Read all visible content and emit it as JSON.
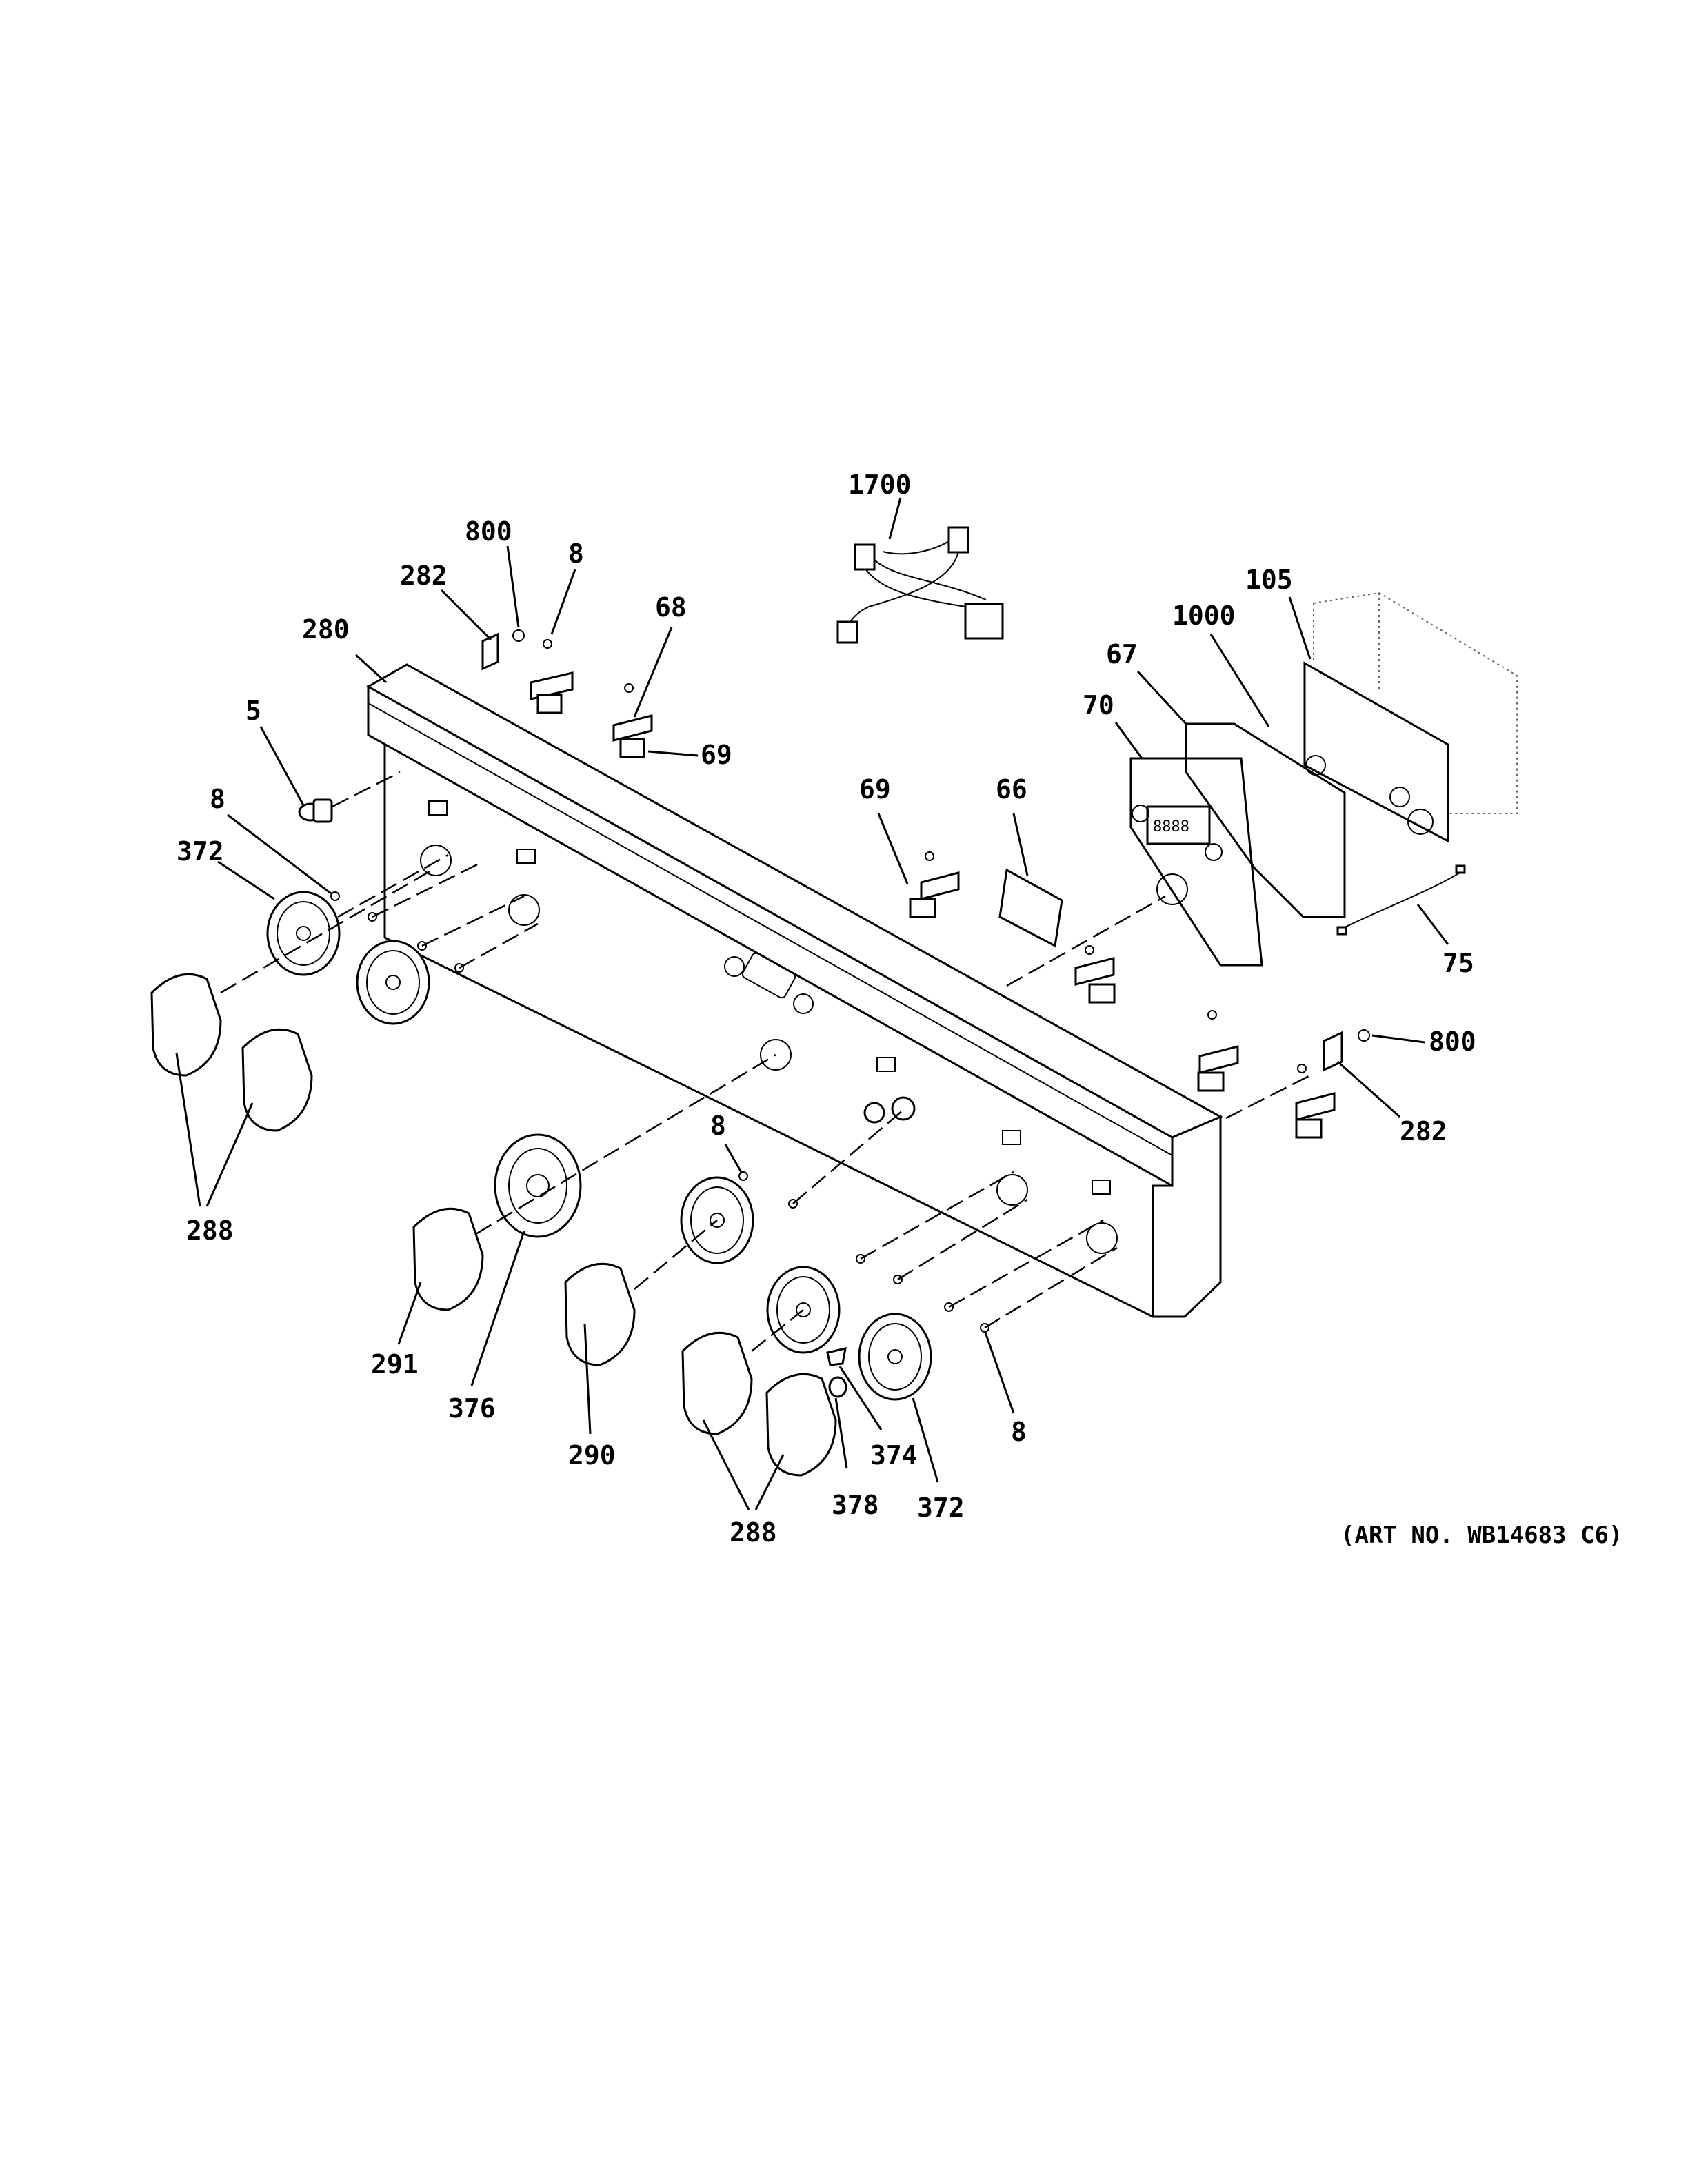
{
  "labels": {
    "l1700": "1700",
    "l800a": "800",
    "l8a": "8",
    "l282a": "282",
    "l68": "68",
    "l280": "280",
    "l69a": "69",
    "l5": "5",
    "l8b": "8",
    "l372a": "372",
    "l288a": "288",
    "l105": "105",
    "l1000": "1000",
    "l67": "67",
    "l70": "70",
    "l69b": "69",
    "l66": "66",
    "l75": "75",
    "l800b": "800",
    "l282b": "282",
    "l8c": "8",
    "l291": "291",
    "l376": "376",
    "l290": "290",
    "l374": "374",
    "l8d": "8",
    "l378": "378",
    "l372b": "372",
    "l288b": "288"
  },
  "art_number": "(ART NO. WB14683 C6)"
}
